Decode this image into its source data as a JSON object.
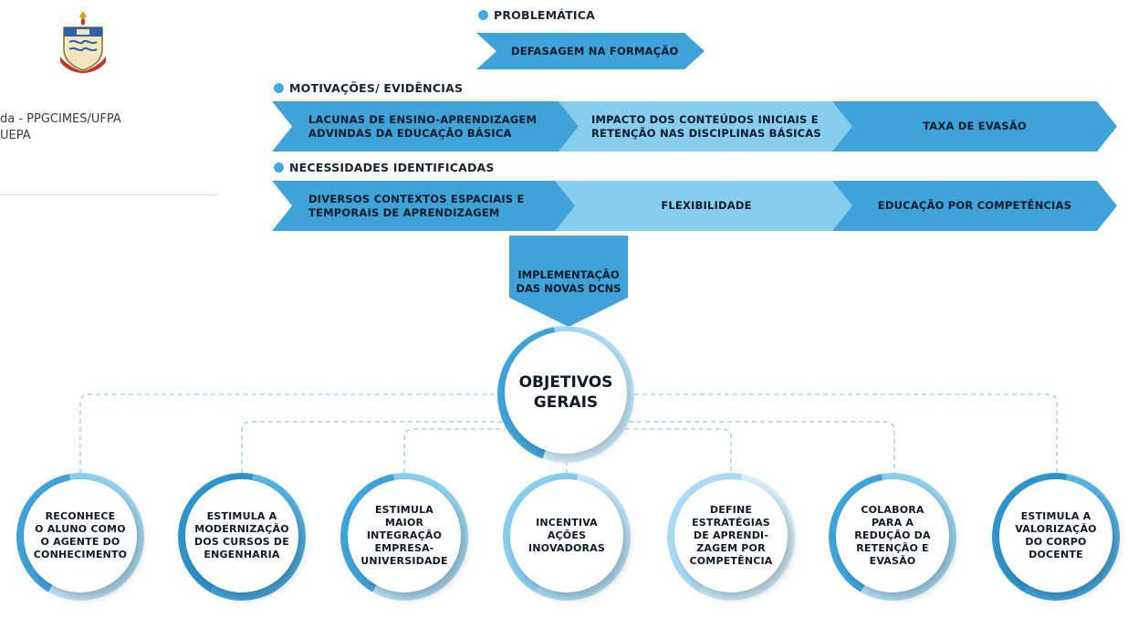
{
  "sidebar": {
    "line1": "da - PPGCIMES/UFPA",
    "line2": "UEPA"
  },
  "problematica": {
    "title": "PROBLEMÁTICA",
    "item": "DEFASAGEM NA FORMAÇÃO"
  },
  "motivacoes": {
    "title": "MOTIVAÇÕES/ EVIDÊNCIAS",
    "items": [
      "LACUNAS DE ENSINO-APRENDIZAGEM\nADVINDAS DA EDUCAÇÃO BÁSICA",
      "IMPACTO DOS CONTEÚDOS INICIAIS E\nRETENÇÃO NAS DISCIPLINAS BÁSICAS",
      "TAXA DE EVASÃO"
    ]
  },
  "necessidades": {
    "title": "NECESSIDADES IDENTIFICADAS",
    "items": [
      "DIVERSOS CONTEXTOS ESPACIAIS E\nTEMPORAIS DE APRENDIZAGEM",
      "FLEXIBILIDADE",
      "EDUCAÇÃO POR COMPETÊNCIAS"
    ]
  },
  "implementacao": "IMPLEMENTAÇÃO\nDAS NOVAS DCNS",
  "objetivos": "OBJETIVOS\nGERAIS",
  "goals": [
    "RECONHECE\nO ALUNO COMO\nO AGENTE DO\nCONHECIMENTO",
    "ESTIMULA A\nMODERNIZAÇÃO\nDOS CURSOS DE\nENGENHARIA",
    "ESTIMULA\nMAIOR\nINTEGRAÇÃO\nEMPRESA-\nUNIVERSIDADE",
    "INCENTIVA\nAÇÕES\nINOVADORAS",
    "DEFINE\nESTRATÉGIAS\nDE APRENDI-\nZAGEM POR\nCOMPETÊNCIA",
    "COLABORA\nPARA A\nREDUÇÃO DA\nRETENÇÃO E\nEVASÃO",
    "ESTIMULA A\nVALORIZAÇÃO\nDO CORPO\nDOCENTE"
  ],
  "colors": {
    "dark_blue": "#3fa3da",
    "light_blue": "#86cdee",
    "pale_blue": "#d9f0fb"
  },
  "icons": {
    "logo": "university-crest-logo"
  }
}
